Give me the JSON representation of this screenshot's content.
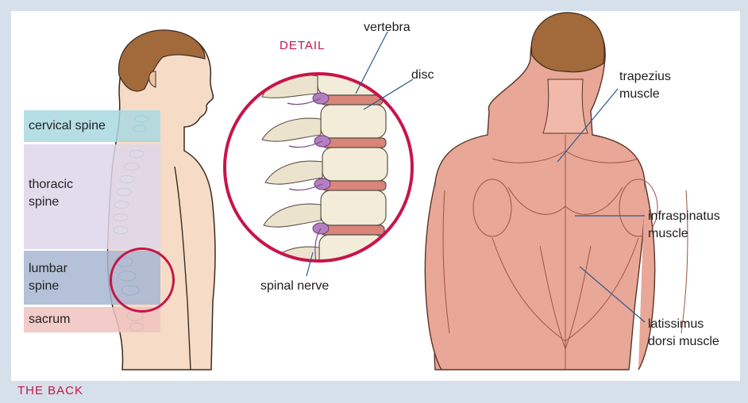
{
  "figure": {
    "title": "THE BACK",
    "detail_title": "DETAIL"
  },
  "spine_regions": [
    {
      "name": "cervical spine",
      "color": "#a9d8e0"
    },
    {
      "name": "thoracic\nspine",
      "color": "#ddd6ea"
    },
    {
      "name": "lumbar\nspine",
      "color": "#a7b6d2"
    },
    {
      "name": "sacrum",
      "color": "#efc3be"
    }
  ],
  "detail_labels": {
    "vertebra": "vertebra",
    "disc": "disc",
    "spinal_nerve": "spinal nerve"
  },
  "muscle_labels": {
    "trapezius": "trapezius\nmuscle",
    "infraspinatus": "infraspinatus\nmuscle",
    "latissimus": "latissimus\ndorsi muscle"
  },
  "colors": {
    "accent": "#c8144a",
    "background": "#d6e0ea",
    "skin": "#f6dcc6",
    "muscle": "#e9a797",
    "hair": "#a2693a"
  }
}
